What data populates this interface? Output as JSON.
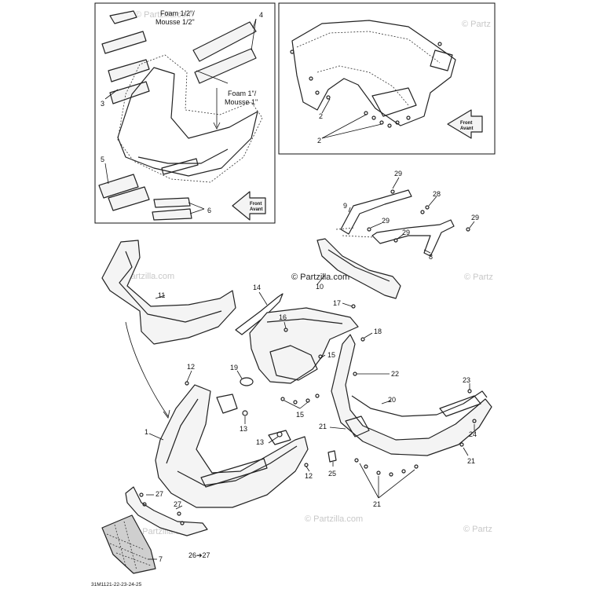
{
  "watermarks": {
    "main": "© Partzilla.com",
    "faded": "© Partzilla.com",
    "faded_short": "© Partz"
  },
  "foam_labels": {
    "half_inch_line1": "Foam 1/2\"/",
    "half_inch_line2": "Mousse 1/2\"",
    "one_inch_line1": "Foam 1\"/",
    "one_inch_line2": "Mousse 1\""
  },
  "front_arrow": {
    "line1": "Front",
    "line2": "Avant"
  },
  "callouts": {
    "c1": "1",
    "c2": "2",
    "c3": "3",
    "c4": "4",
    "c5": "5",
    "c6": "6",
    "c7": "7",
    "c8": "8",
    "c9": "9",
    "c10": "10",
    "c11": "11",
    "c12": "12",
    "c13": "13",
    "c14": "14",
    "c15": "15",
    "c16": "16",
    "c17": "17",
    "c18": "18",
    "c19": "19",
    "c20": "20",
    "c21": "21",
    "c22": "22",
    "c23": "23",
    "c24": "24",
    "c25": "25",
    "c26_27": "26➔27",
    "c27": "27",
    "c28": "28",
    "c29": "29"
  },
  "diagram_code": "31M1121-22-23-24-25"
}
